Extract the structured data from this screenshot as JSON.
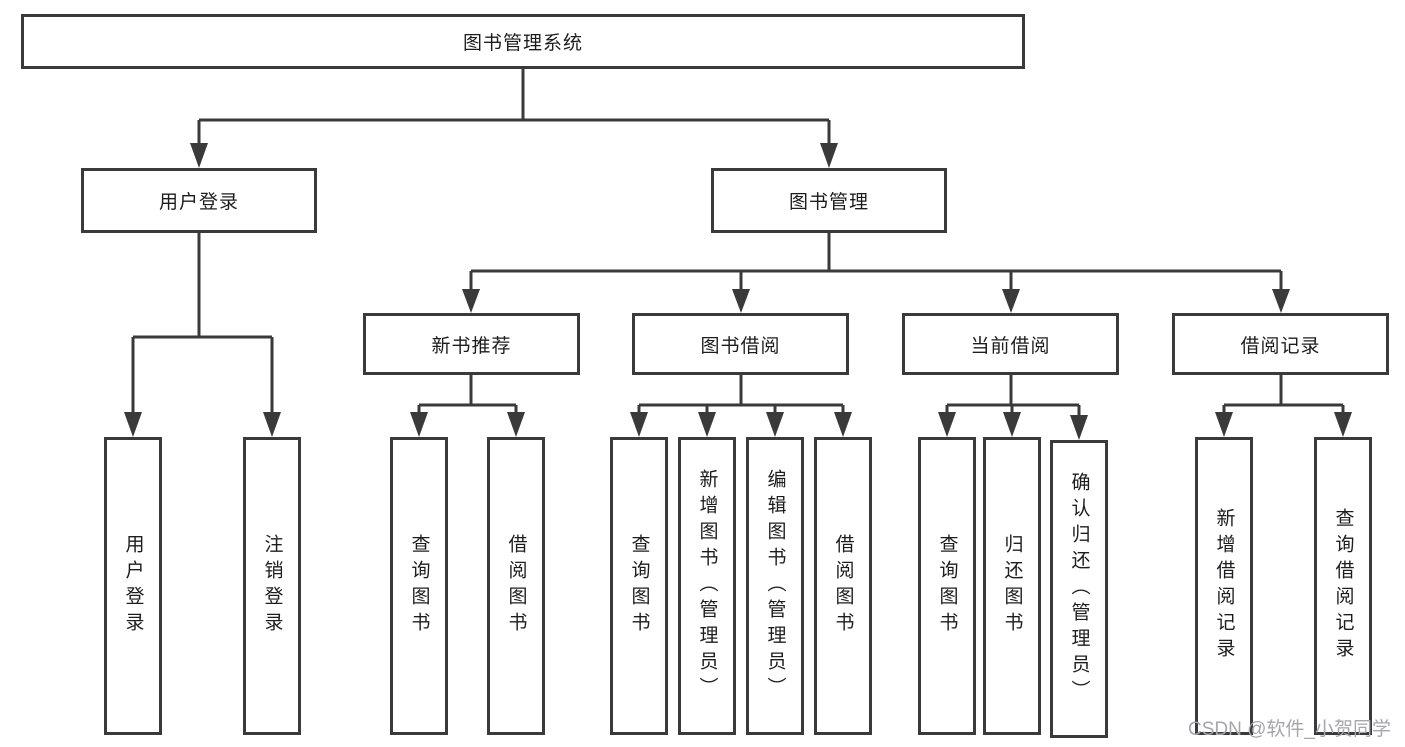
{
  "diagram": {
    "root": {
      "label": "图书管理系统"
    },
    "level2": [
      {
        "label": "用户登录"
      },
      {
        "label": "图书管理"
      }
    ],
    "level3": [
      {
        "label": "新书推荐"
      },
      {
        "label": "图书借阅"
      },
      {
        "label": "当前借阅"
      },
      {
        "label": "借阅记录"
      }
    ],
    "leaves": [
      {
        "label": "用户登录",
        "parent": "用户登录"
      },
      {
        "label": "注销登录",
        "parent": "用户登录"
      },
      {
        "label": "查询图书",
        "parent": "新书推荐"
      },
      {
        "label": "借阅图书",
        "parent": "新书推荐"
      },
      {
        "label": "查询图书",
        "parent": "图书借阅"
      },
      {
        "label": "新增图书（管理员）",
        "parent": "图书借阅"
      },
      {
        "label": "编辑图书（管理员）",
        "parent": "图书借阅"
      },
      {
        "label": "借阅图书",
        "parent": "图书借阅"
      },
      {
        "label": "查询图书",
        "parent": "当前借阅"
      },
      {
        "label": "归还图书",
        "parent": "当前借阅"
      },
      {
        "label": "确认归还（管理员）",
        "parent": "当前借阅"
      },
      {
        "label": "新增借阅记录",
        "parent": "借阅记录"
      },
      {
        "label": "查询借阅记录",
        "parent": "借阅记录"
      }
    ],
    "line_color": "#3a3a3a",
    "background_color": "#ffffff"
  },
  "watermark": {
    "text": "CSDN @软件_小贺同学"
  }
}
